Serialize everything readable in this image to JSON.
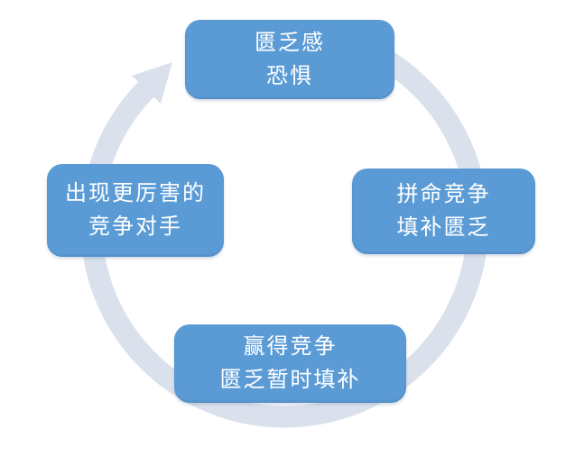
{
  "diagram": {
    "type": "cycle",
    "cycle_direction": "clockwise",
    "colors": {
      "background": "#ffffff",
      "node_fill": "#5b9bd5",
      "node_text": "#ffffff",
      "arrow": "#dae1ed"
    },
    "nodes": [
      {
        "id": "top",
        "lines": {
          "0": "匮乏感",
          "1": "恐惧"
        }
      },
      {
        "id": "right",
        "lines": {
          "0": "拼命竞争",
          "1": "填补匮乏"
        }
      },
      {
        "id": "bottom",
        "lines": {
          "0": "赢得竞争",
          "1": "匮乏暂时填补"
        }
      },
      {
        "id": "left",
        "lines": {
          "0": "出现更厉害的",
          "1": "竞争对手"
        }
      }
    ]
  }
}
